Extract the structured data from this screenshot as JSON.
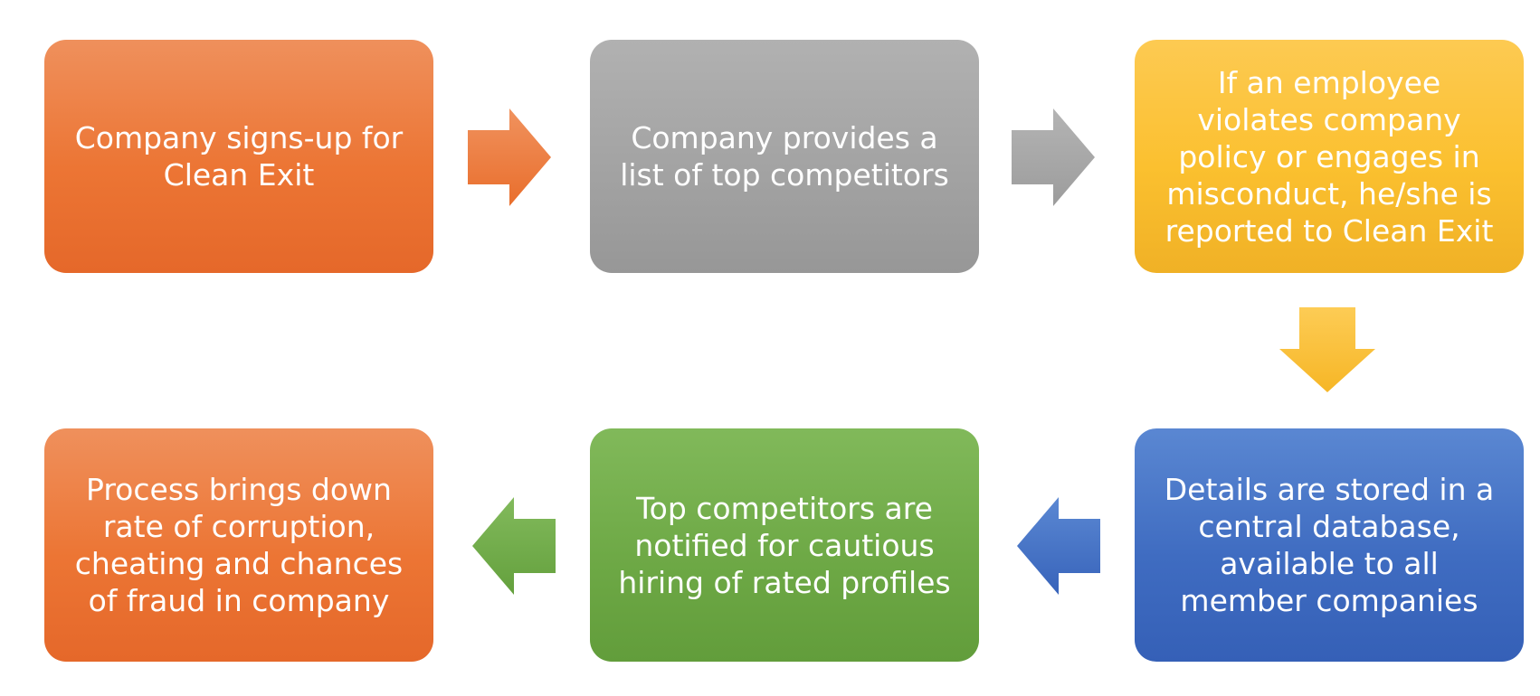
{
  "colors": {
    "orange": "#ED7D31",
    "gray": "#A5A5A5",
    "yellow": "#FFC000",
    "blue": "#4472C4",
    "green": "#70AD47"
  },
  "steps": [
    {
      "text": "Company signs-up for Clean Exit",
      "color": "orange"
    },
    {
      "text": "Company provides a list of top competitors",
      "color": "gray"
    },
    {
      "text": "If an employee violates company policy or engages in misconduct, he/she is reported to Clean Exit",
      "color": "yellow"
    },
    {
      "text": "Details are stored in a central database, available to all member companies",
      "color": "blue"
    },
    {
      "text": "Top competitors are notified for cautious hiring of rated profiles",
      "color": "green"
    },
    {
      "text": "Process brings down rate of corruption, cheating and chances of fraud in company",
      "color": "orange"
    }
  ],
  "connectors": [
    {
      "from": 1,
      "to": 2,
      "direction": "right",
      "color": "orange"
    },
    {
      "from": 2,
      "to": 3,
      "direction": "right",
      "color": "gray"
    },
    {
      "from": 3,
      "to": 4,
      "direction": "down",
      "color": "yellow"
    },
    {
      "from": 4,
      "to": 5,
      "direction": "left",
      "color": "blue"
    },
    {
      "from": 5,
      "to": 6,
      "direction": "left",
      "color": "green"
    }
  ]
}
